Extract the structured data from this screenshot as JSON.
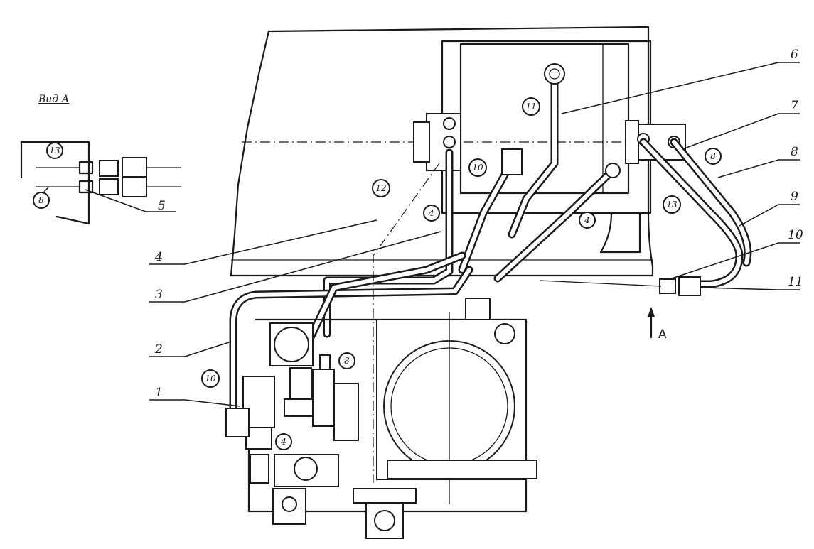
{
  "view_title": "Вид А",
  "view_arrow_label": "A",
  "callouts": {
    "c1": "1",
    "c2": "2",
    "c3": "3",
    "c4": "4",
    "c5": "5",
    "c6": "6",
    "c7": "7",
    "c8": "8",
    "c9": "9",
    "c10": "10",
    "c11": "11"
  },
  "circled_labels": {
    "m11": "11",
    "m10": "10",
    "m12": "12",
    "m4a": "4",
    "m4b": "4",
    "m8": "8",
    "m13": "13",
    "m10b": "10",
    "m8b": "8",
    "m4c": "4",
    "m13v": "13",
    "m8v": "8"
  }
}
